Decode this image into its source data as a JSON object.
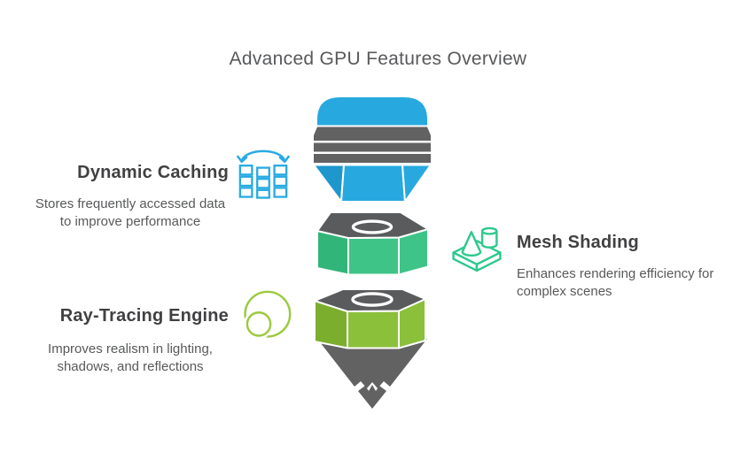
{
  "title": "Advanced GPU Features Overview",
  "palette": {
    "blue": "#27A9DF",
    "blue_dark": "#1E97CC",
    "gray": "#626262",
    "gray_dark": "#5A5B5C",
    "emerald": "#3EC487",
    "emerald_dark": "#32B579",
    "lime": "#8BC03A",
    "lime_dark": "#7CAE2E",
    "icon_blue": "#29ABE2",
    "icon_emerald": "#2FC98E",
    "icon_lime": "#9BCA3F",
    "title_text": "#58595B",
    "heading_text": "#414042",
    "body_text": "#58595B"
  },
  "features": [
    {
      "id": "dynamic-caching",
      "name": "Dynamic Caching",
      "description": "Stores frequently accessed data to improve performance",
      "icon": "cache-memory-icon",
      "icon_color": "#29ABE2",
      "side": "left"
    },
    {
      "id": "mesh-shading",
      "name": "Mesh Shading",
      "description": "Enhances rendering efficiency for complex scenes",
      "icon": "mesh-3d-objects-icon",
      "icon_color": "#2FC98E",
      "side": "right"
    },
    {
      "id": "ray-tracing",
      "name": "Ray-Tracing Engine",
      "description": "Improves realism in lighting, shadows, and reflections",
      "icon": "ray-bounce-icon",
      "icon_color": "#9BCA3F",
      "side": "left"
    }
  ],
  "funnel": {
    "layers": [
      {
        "name": "capped-cylinder-with-bands",
        "colors": [
          "blue",
          "gray"
        ]
      },
      {
        "name": "hex-nut-emerald",
        "colors": [
          "gray",
          "emerald"
        ]
      },
      {
        "name": "hex-nut-lime-with-cone",
        "colors": [
          "gray",
          "lime"
        ]
      }
    ]
  }
}
